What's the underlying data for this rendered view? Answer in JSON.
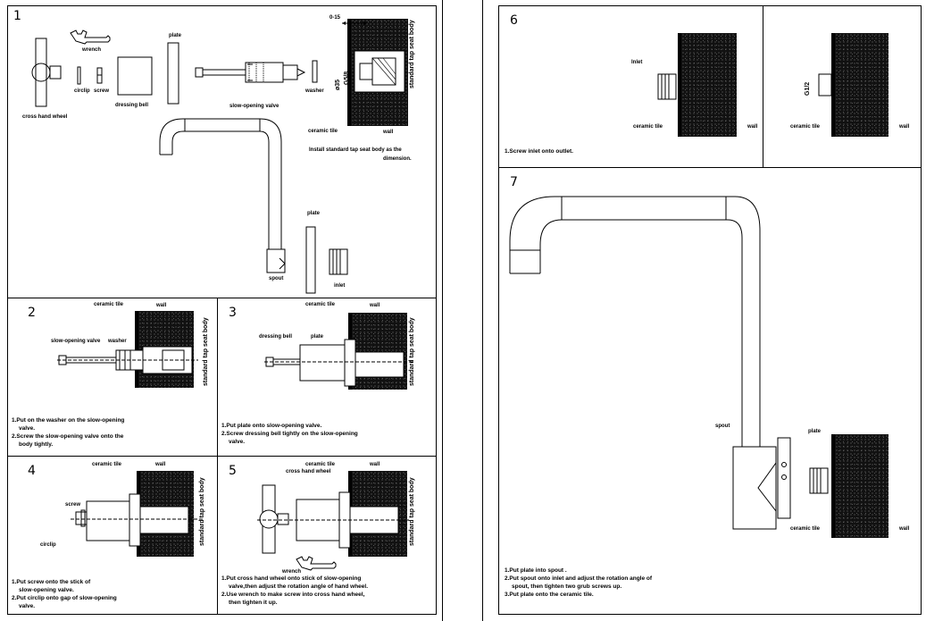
{
  "labels": {
    "wrench": "wrench",
    "plate": "plate",
    "circlip": "circlip",
    "screw": "screw",
    "dressing_bell": "dressing bell",
    "cross_hand_wheel": "cross hand wheel",
    "slow_opening_valve": "slow-opening valve",
    "washer": "washer",
    "ceramic_tile": "ceramic tile",
    "wall": "wall",
    "standard_tap_seat_body": "standard tap seat body",
    "spout": "spout",
    "inlet": "inlet",
    "Inlet": "Inlet",
    "dim_0_15": "0-15",
    "dim_35": "ø35",
    "dim_g58": "G5/8",
    "dim_g12": "G1/2"
  },
  "panels": {
    "p1": {
      "num": "1",
      "text": [
        "Install standard tap seat body as the",
        "dimension."
      ]
    },
    "p2": {
      "num": "2",
      "text": [
        "1.Put on the washer on the slow-opening",
        "valve.",
        "2.Screw the slow-opening valve onto the",
        "body tightly."
      ]
    },
    "p3": {
      "num": "3",
      "text": [
        "1.Put plate onto slow-opening valve.",
        "2.Screw dressing bell tightly on the slow-opening",
        "valve."
      ]
    },
    "p4": {
      "num": "4",
      "text": [
        "1.Put screw onto the stick of",
        "slow-opening valve.",
        "2.Put circlip onto gap of slow-opening",
        "valve."
      ]
    },
    "p5": {
      "num": "5",
      "text": [
        "1.Put cross hand wheel onto stick of slow-opening",
        "valve,then adjust the rotation angle of hand wheel.",
        "2.Use wrench to make screw into cross hand wheel,",
        "then tighten it up."
      ]
    },
    "p6": {
      "num": "6",
      "text": [
        "1.Screw inlet onto outlet."
      ]
    },
    "p7": {
      "num": "7",
      "text": [
        "1.Put plate into spout .",
        "2.Put spout onto inlet and adjust the rotation angle of",
        "spout, then tighten two grub screws up.",
        "3.Put plate onto the ceramic tile."
      ]
    }
  }
}
